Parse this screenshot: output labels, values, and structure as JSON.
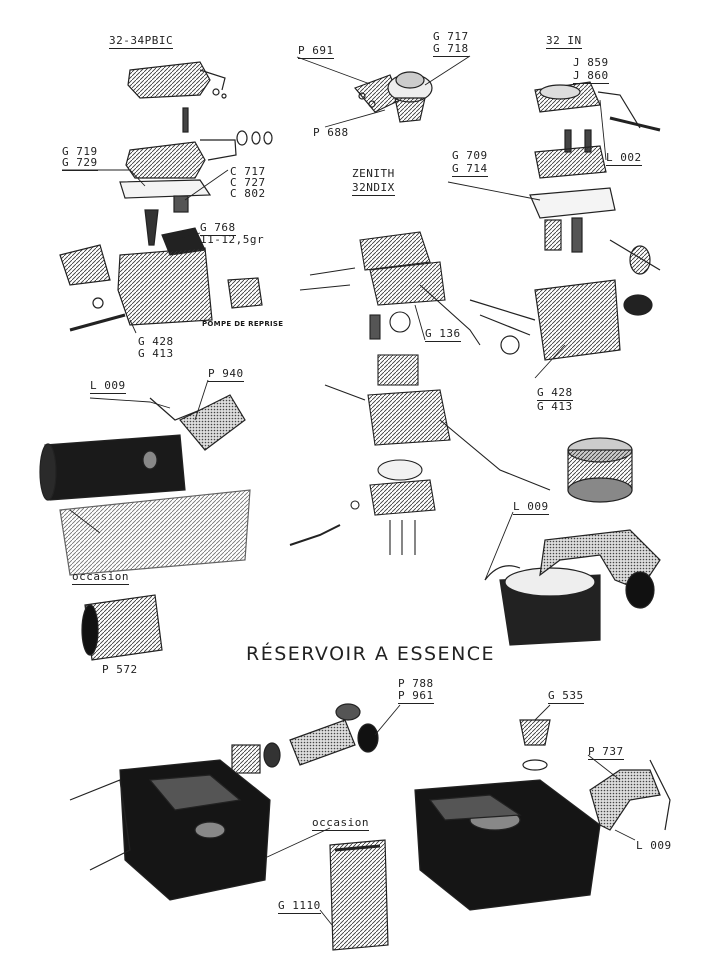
{
  "sections": {
    "carb_32_34": "32-34PBIC",
    "carb_32in": "32 IN",
    "zenith": [
      "ZENITH",
      "32NDIX"
    ],
    "tank_title": "RÉSERVOIR A ESSENCE",
    "pompe": "POMPE DE REPRISE"
  },
  "parts": {
    "g719": "G 719",
    "g729": "G 729",
    "c717": "C 717",
    "c727": "C 727",
    "c802": "C 802",
    "g768": "G 768",
    "weight": "11-12,5gr",
    "g428_left": "G 428",
    "g413_left": "G 413",
    "p691": "P 691",
    "p688": "P 688",
    "g717": "G 717",
    "g718": "G 718",
    "j859": "J 859",
    "j860": "J 860",
    "l002": "L 002",
    "g709": "G 709",
    "g714": "G 714",
    "g136": "G 136",
    "g428_right": "G 428",
    "g413_right": "G 413",
    "l009_top": "L 009",
    "p940": "P 940",
    "occasion_1": "occasion",
    "p572": "P 572",
    "l009_mid": "L 009",
    "p788": "P 788",
    "p961": "P 961",
    "g535": "G 535",
    "p737": "P 737",
    "occasion_2": "occasion",
    "l009_bottom": "L 009",
    "g1110": "G 1110"
  }
}
